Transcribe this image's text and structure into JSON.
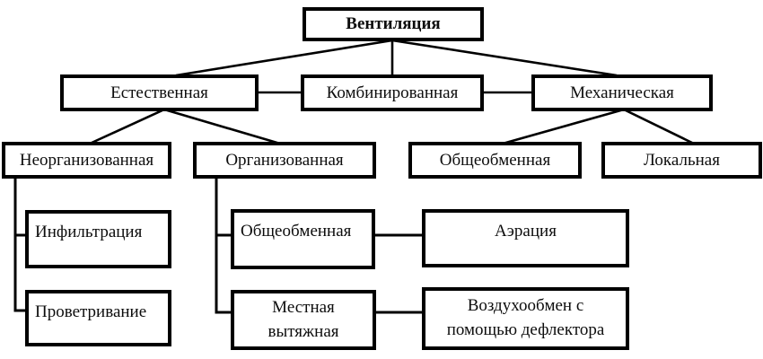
{
  "diagram": {
    "title": "Вентиляция",
    "type": "hierarchy-flowchart",
    "colors": {
      "background": "#ffffff",
      "box_border": "#000000",
      "line": "#000000",
      "text": "#0d0d0d"
    },
    "nodes": {
      "ventilation": {
        "label": "Вентиляция"
      },
      "natural": {
        "label": "Естественная"
      },
      "combined": {
        "label": "Комбинированная"
      },
      "mechanical": {
        "label": "Механическая"
      },
      "unorganized": {
        "label": "Неорганизованная"
      },
      "organized": {
        "label": "Организованная"
      },
      "general_mech": {
        "label": "Общеобменная"
      },
      "local": {
        "label": "Локальная"
      },
      "infiltration": {
        "label": "Инфильтрация"
      },
      "airing": {
        "label": "Проветривание"
      },
      "general_org": {
        "label": "Общеобменная"
      },
      "local_exhaust": {
        "label": "Местная вытяжная"
      },
      "aeration": {
        "label": "Аэрация"
      },
      "deflector": {
        "label": "Воздухообмен с помощью дефлектора"
      }
    },
    "edges": [
      {
        "from": "ventilation",
        "to": "natural"
      },
      {
        "from": "ventilation",
        "to": "combined"
      },
      {
        "from": "ventilation",
        "to": "mechanical"
      },
      {
        "from": "natural",
        "to": "combined",
        "style": "horizontal"
      },
      {
        "from": "combined",
        "to": "mechanical",
        "style": "horizontal"
      },
      {
        "from": "natural",
        "to": "unorganized"
      },
      {
        "from": "natural",
        "to": "organized"
      },
      {
        "from": "mechanical",
        "to": "general_mech"
      },
      {
        "from": "mechanical",
        "to": "local"
      },
      {
        "from": "unorganized",
        "to": "infiltration"
      },
      {
        "from": "unorganized",
        "to": "airing"
      },
      {
        "from": "organized",
        "to": "general_org"
      },
      {
        "from": "organized",
        "to": "local_exhaust"
      },
      {
        "from": "general_org",
        "to": "aeration",
        "style": "horizontal"
      },
      {
        "from": "local_exhaust",
        "to": "deflector",
        "style": "horizontal"
      }
    ]
  }
}
